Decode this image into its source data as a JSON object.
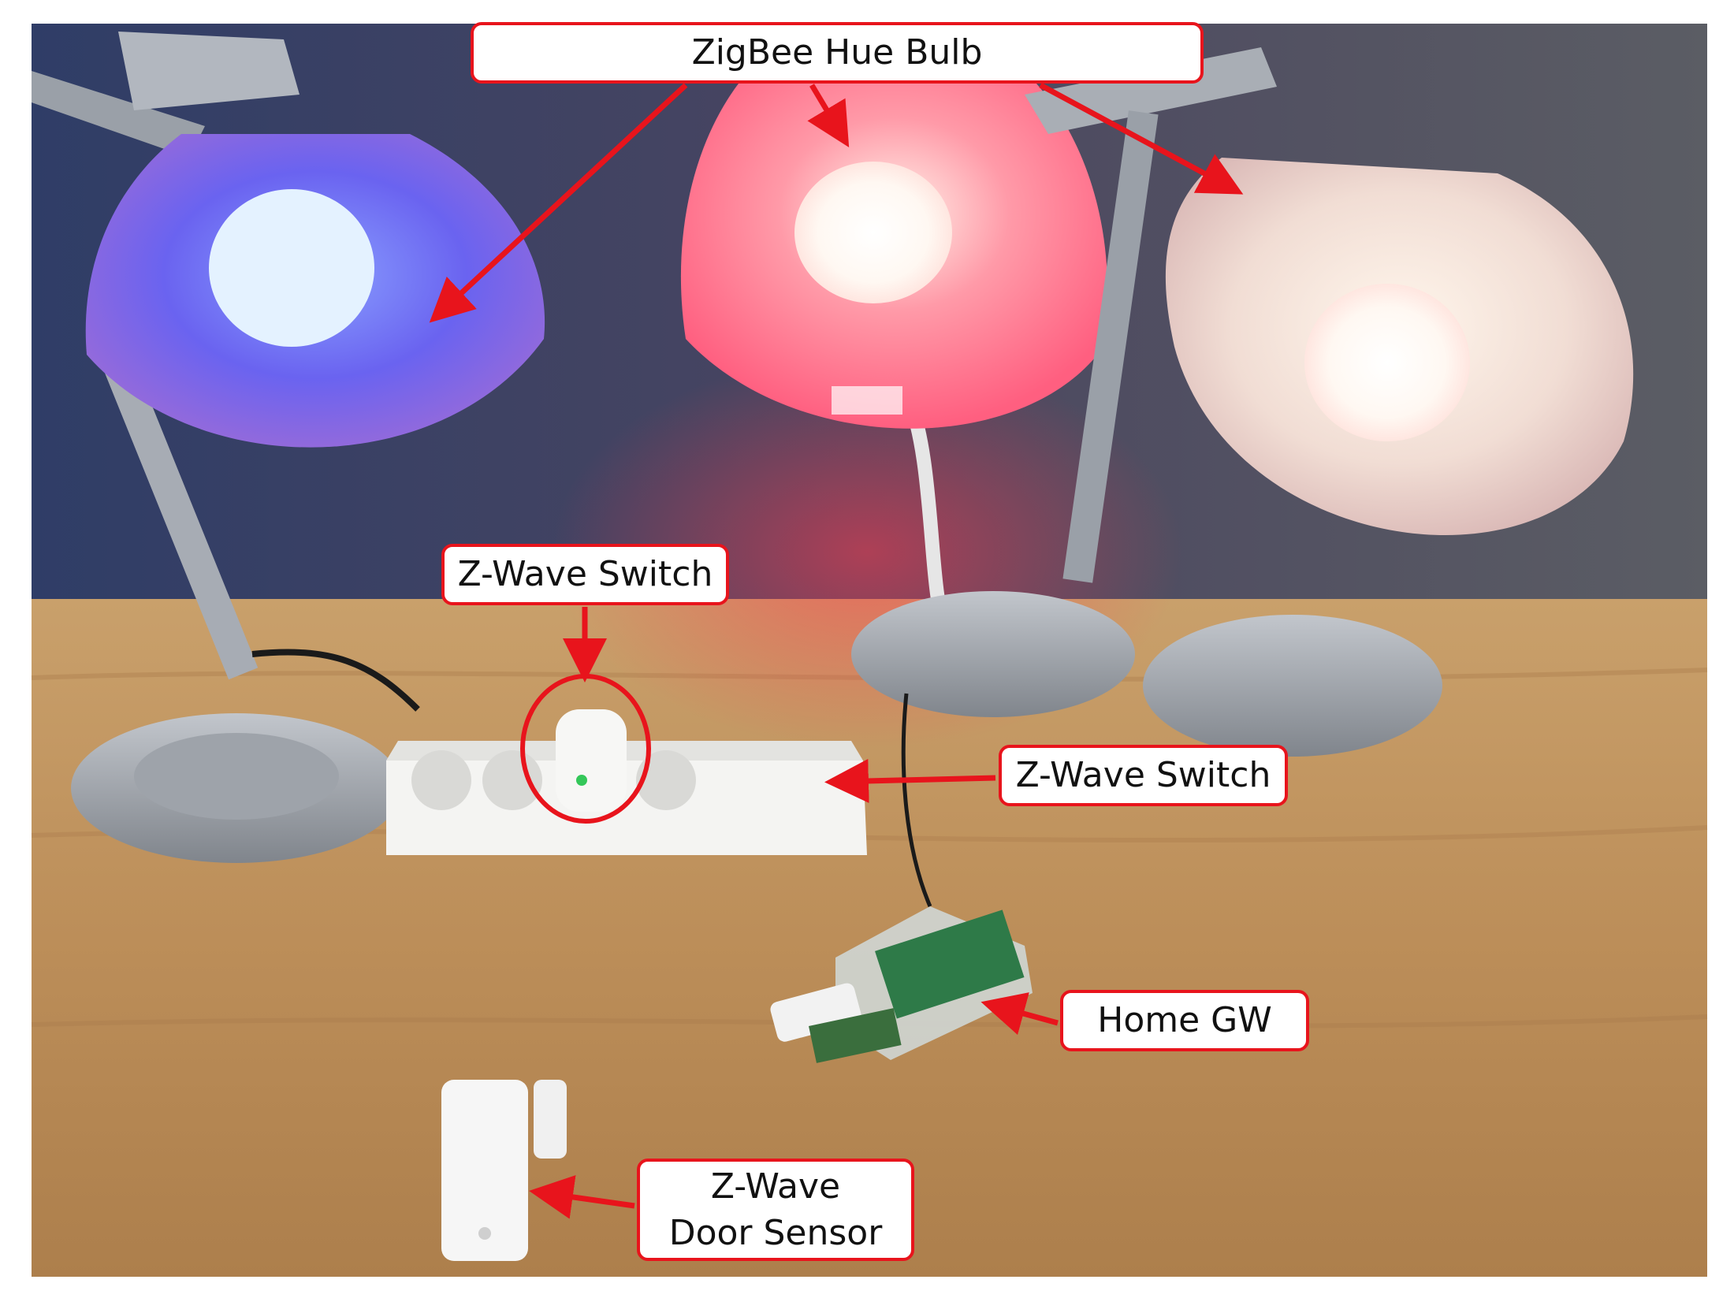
{
  "callouts": {
    "zigbee_bulb": "ZigBee Hue Bulb",
    "zwave_switch_top": "Z-Wave Switch",
    "zwave_switch_right": "Z-Wave Switch",
    "home_gw": "Home GW",
    "door_sensor_line1": "Z-Wave",
    "door_sensor_line2": "Door Sensor"
  },
  "colors": {
    "callout_border": "#e8141c",
    "arrow": "#e8141c",
    "background_wall": "#3b4463",
    "desk": "#b98a55"
  }
}
